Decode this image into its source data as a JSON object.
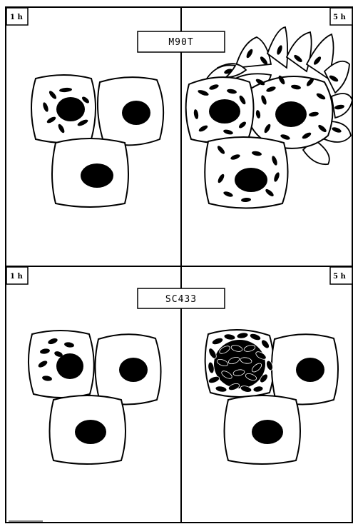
{
  "panels": [
    {
      "time": "1 h"
    },
    {
      "time": "5 h"
    },
    {
      "time": "1 h"
    },
    {
      "time": "5 h"
    }
  ],
  "strains": {
    "top": "M90T",
    "bottom": "SC433"
  },
  "colors": {
    "ink": "#000000",
    "background": "#ffffff"
  }
}
